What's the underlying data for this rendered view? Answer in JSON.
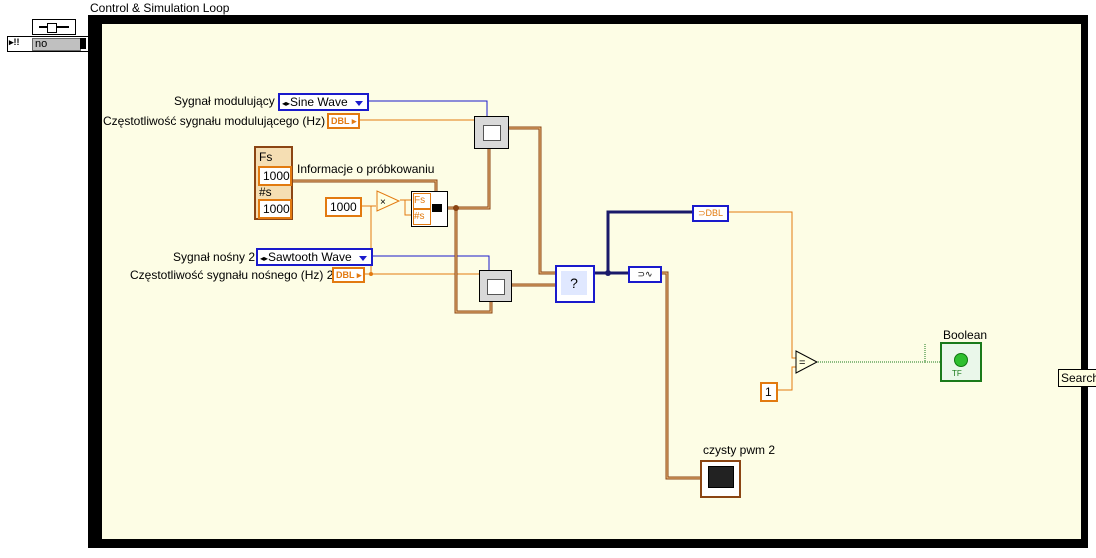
{
  "loop_title": "Control & Simulation Loop",
  "side_control": {
    "value": "no",
    "prefix": "▸!!"
  },
  "modulating": {
    "label": "Sygnał modulujący",
    "ring_value": "Sine Wave"
  },
  "mod_freq": {
    "label": "Częstotliwość sygnału modulującego (Hz)",
    "type": "DBL"
  },
  "sampling": {
    "label": "Informacje o próbkowaniu",
    "fs_label": "Fs",
    "fs_value": "1000",
    "ns_label": "#s",
    "ns_value": "1000"
  },
  "constant_1000": "1000",
  "bundle": {
    "fs": "Fs",
    "ns": "#s"
  },
  "carrier": {
    "label": "Sygnał nośny 2",
    "ring_value": "Sawtooth Wave"
  },
  "carrier_freq": {
    "label": "Częstotliwość sygnału nośnego (Hz) 2",
    "type": "DBL"
  },
  "convert_dbl_label": "DBL",
  "constant_1": "1",
  "boolean_indicator": {
    "label": "Boolean",
    "tf": "TF"
  },
  "graph_indicator": {
    "label": "czysty pwm 2"
  },
  "tooltip": "Search",
  "colors": {
    "numeric_wire": "#e27a10",
    "enum_wire": "#1a1acc",
    "waveform_wire": "#8b4513",
    "bool_wire": "#1a7a1a",
    "diagram_bg": "#fdfde5"
  }
}
